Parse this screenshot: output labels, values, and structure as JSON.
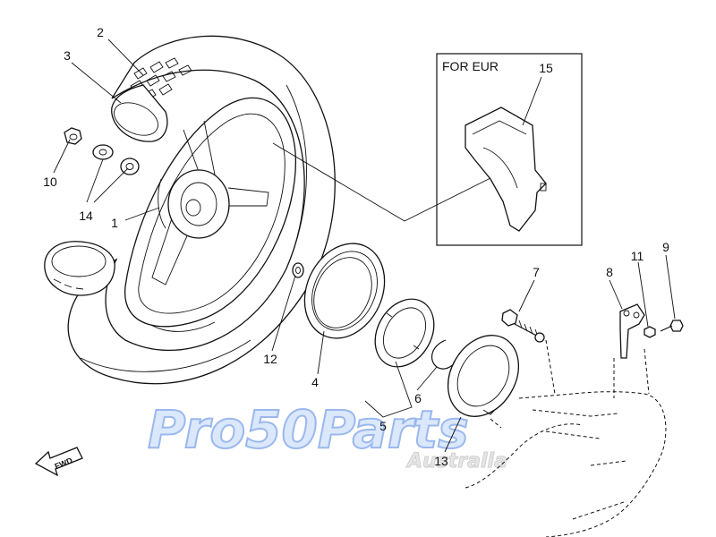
{
  "diagram": {
    "box_title": "FOR EUR",
    "fwd_label": "FWD",
    "watermark": {
      "main": "Pro50Parts",
      "sub": "Australia"
    },
    "callouts": [
      {
        "id": "callout-1",
        "text": "1"
      },
      {
        "id": "callout-2",
        "text": "2"
      },
      {
        "id": "callout-3",
        "text": "3"
      },
      {
        "id": "callout-4",
        "text": "4"
      },
      {
        "id": "callout-5",
        "text": "5"
      },
      {
        "id": "callout-6",
        "text": "6"
      },
      {
        "id": "callout-7",
        "text": "7"
      },
      {
        "id": "callout-8",
        "text": "8"
      },
      {
        "id": "callout-9",
        "text": "9"
      },
      {
        "id": "callout-10",
        "text": "10"
      },
      {
        "id": "callout-11",
        "text": "11"
      },
      {
        "id": "callout-12",
        "text": "12"
      },
      {
        "id": "callout-13",
        "text": "13"
      },
      {
        "id": "callout-14",
        "text": "14"
      },
      {
        "id": "callout-15",
        "text": "15"
      }
    ]
  }
}
